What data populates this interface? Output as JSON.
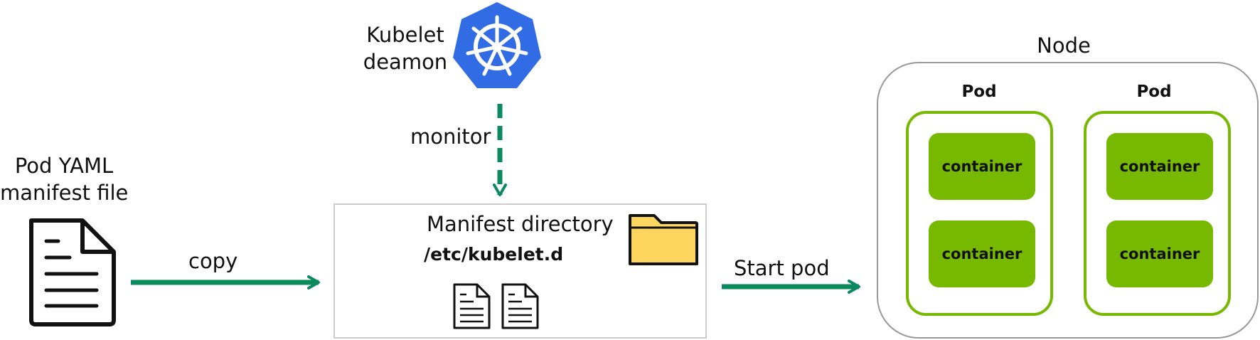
{
  "source": {
    "label_line1": "Pod YAML",
    "label_line2": "manifest file",
    "icon": "document-icon"
  },
  "daemon": {
    "label_line1": "Kubelet",
    "label_line2": "deamon",
    "icon": "kubernetes-helm-icon",
    "brand_color": "#326ce5"
  },
  "edges": {
    "copy_label": "copy",
    "monitor_label": "monitor",
    "start_label": "Start pod",
    "color": "#0b8a5e"
  },
  "manifest": {
    "title": "Manifest directory",
    "path": "/etc/kubelet.d",
    "folder_icon": "folder-icon",
    "file_icons": [
      "document-icon",
      "document-icon"
    ]
  },
  "node": {
    "title": "Node",
    "pods": [
      {
        "title": "Pod",
        "containers": [
          "container",
          "container"
        ]
      },
      {
        "title": "Pod",
        "containers": [
          "container",
          "container"
        ]
      }
    ],
    "pod_border_color": "#76b900",
    "container_color": "#76b900"
  }
}
